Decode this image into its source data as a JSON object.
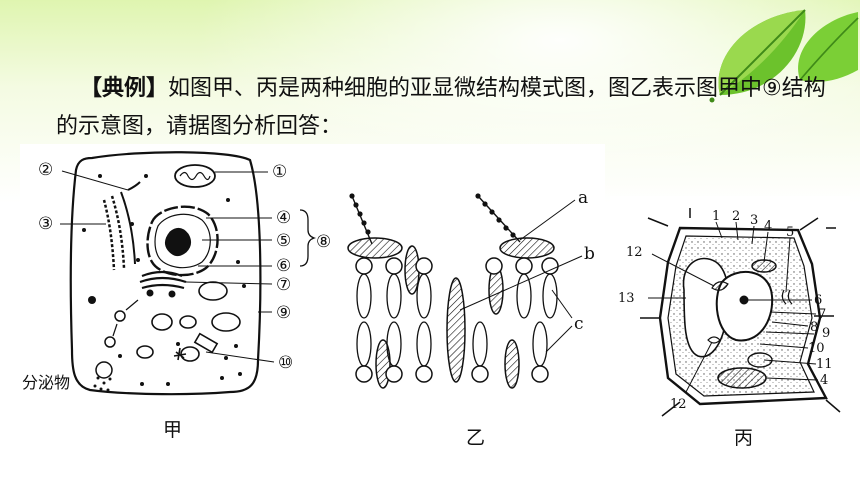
{
  "question": {
    "tag": "【典例】",
    "text": "如图甲、丙是两种细胞的亚显微结构模式图，图乙表示图甲中⑨结构的示意图，请据图分析回答："
  },
  "fig_jia": {
    "caption": "甲",
    "labels": {
      "l1": "①",
      "l2": "②",
      "l3": "③",
      "l4": "④",
      "l5": "⑤",
      "l6": "⑥",
      "l7": "⑦",
      "l8": "⑧",
      "l9": "⑨",
      "l10": "⑩",
      "secretion": "分泌物"
    }
  },
  "fig_yi": {
    "caption": "乙",
    "labels": {
      "a": "a",
      "b": "b",
      "c": "c"
    }
  },
  "fig_bing": {
    "caption": "丙",
    "labels": {
      "n1": "1",
      "n2": "2",
      "n3": "3",
      "n4a": "4",
      "n5": "5",
      "n6": "6",
      "n7": "7",
      "n8": "8",
      "n9": "9",
      "n10": "10",
      "n11": "11",
      "n4b": "4",
      "n12a": "12",
      "n13": "13",
      "n12b": "12"
    }
  },
  "colors": {
    "leaf_dark": "#3f9a1a",
    "leaf_light": "#a8dc5a",
    "bg_top": "#dff5b0"
  }
}
